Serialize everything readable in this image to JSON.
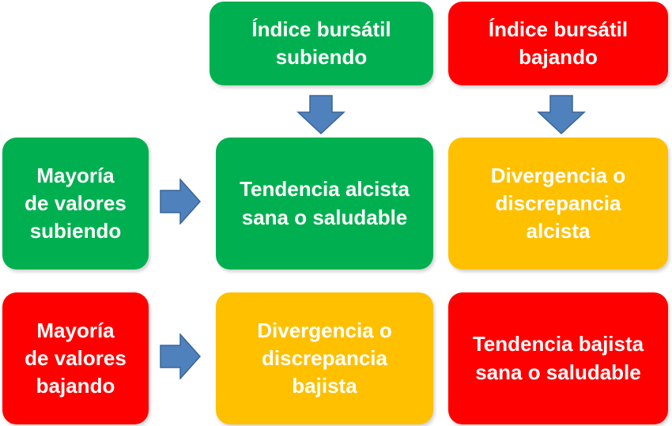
{
  "colors": {
    "green": "#00b050",
    "red": "#ff0000",
    "amber": "#ffc000",
    "arrow_fill": "#4f81bd",
    "arrow_stroke": "#3a6595"
  },
  "headers": {
    "index_up": "Índice bursátil\nsubiendo",
    "index_down": "Índice bursátil\nbajando"
  },
  "rows": {
    "majority_up": "Mayoría\nde valores\nsubiendo",
    "majority_down": "Mayoría\nde valores\nbajando"
  },
  "cells": {
    "up_up": "Tendencia alcista\nsana o saludable",
    "up_down": "Divergencia o\ndiscrepancia\nalcista",
    "down_up": "Divergencia o\ndiscrepancia\nbajista",
    "down_down": "Tendencia bajista\nsana o saludable"
  },
  "icons": {
    "down_arrow": "arrow-down-icon",
    "right_arrow": "arrow-right-icon"
  }
}
